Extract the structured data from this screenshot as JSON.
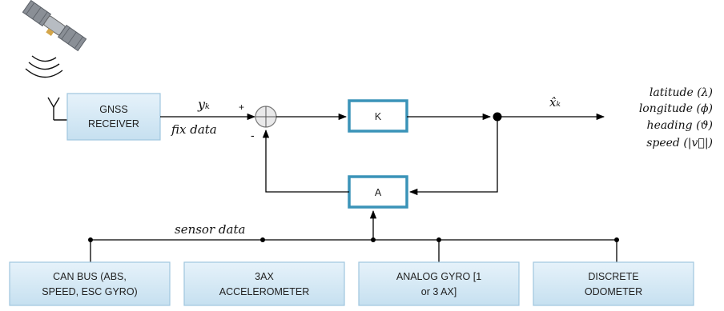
{
  "gnss_receiver": {
    "line1": "GNSS",
    "line2": "RECEIVER"
  },
  "signal_labels": {
    "measurement": "yₖ",
    "fix_data": "fix data",
    "sensor_data": "sensor data",
    "estimate": "x̂ₖ"
  },
  "summing_junction": {
    "plus": "+",
    "minus": "-"
  },
  "gain_block": {
    "label": "K"
  },
  "model_block": {
    "label": "A"
  },
  "outputs": [
    "latitude (λ)",
    "longitude (ϕ)",
    "heading (ϑ)",
    "speed (|v⃗|)"
  ],
  "sensors": [
    {
      "line1": "CAN BUS (ABS,",
      "line2": "SPEED, ESC GYRO)"
    },
    {
      "line1": "3AX",
      "line2": "ACCELEROMETER"
    },
    {
      "line1": "ANALOG GYRO [1",
      "line2": "or 3 AX]"
    },
    {
      "line1": "DISCRETE",
      "line2": "ODOMETER"
    }
  ],
  "colors": {
    "block_fill_top": "#e6f2fa",
    "block_fill_bottom": "#c6e0f0",
    "block_border": "#3a93b8"
  }
}
